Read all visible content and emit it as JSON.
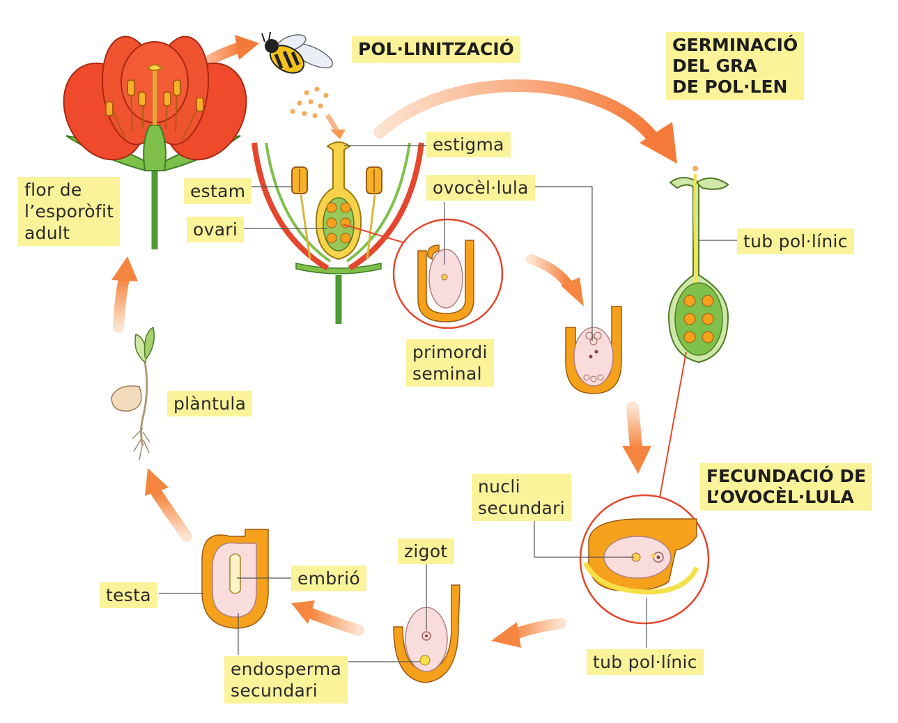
{
  "headings": {
    "pollination": "POL·LINITZACIÓ",
    "germination": "GERMINACIÓ\nDEL GRA\nDE POL·LEN",
    "fertilization": "FECUNDACIÓ DE\nL’OVOCÈL·LULA"
  },
  "labels": {
    "adult_flower": "flor de\nl’esporòfit\nadult",
    "stamen": "estam",
    "ovary": "ovari",
    "stigma": "estigma",
    "egg_cell": "ovocèl·lula",
    "ovule": "primordi\nseminal",
    "pollen_tube_top": "tub pol·línic",
    "secondary_nucleus": "nucli\nsecundari",
    "pollen_tube_bottom": "tub pol·línic",
    "zygote": "zigot",
    "embryo": "embrió",
    "seed_coat": "testa",
    "secondary_endosperm": "endosperma\nsecundari",
    "seedling": "plàntula"
  },
  "colors": {
    "label_bg": "#fbf39a",
    "petal": "#ee4a2b",
    "tissue_orange": "#f6a11c",
    "tissue_yellow": "#f5d54a",
    "leaf_green": "#7fc04a",
    "arrow": "#f79a55",
    "pink_cell": "#f9dcdc"
  },
  "icons": [
    "bee-icon",
    "pollen-grains-icon"
  ]
}
